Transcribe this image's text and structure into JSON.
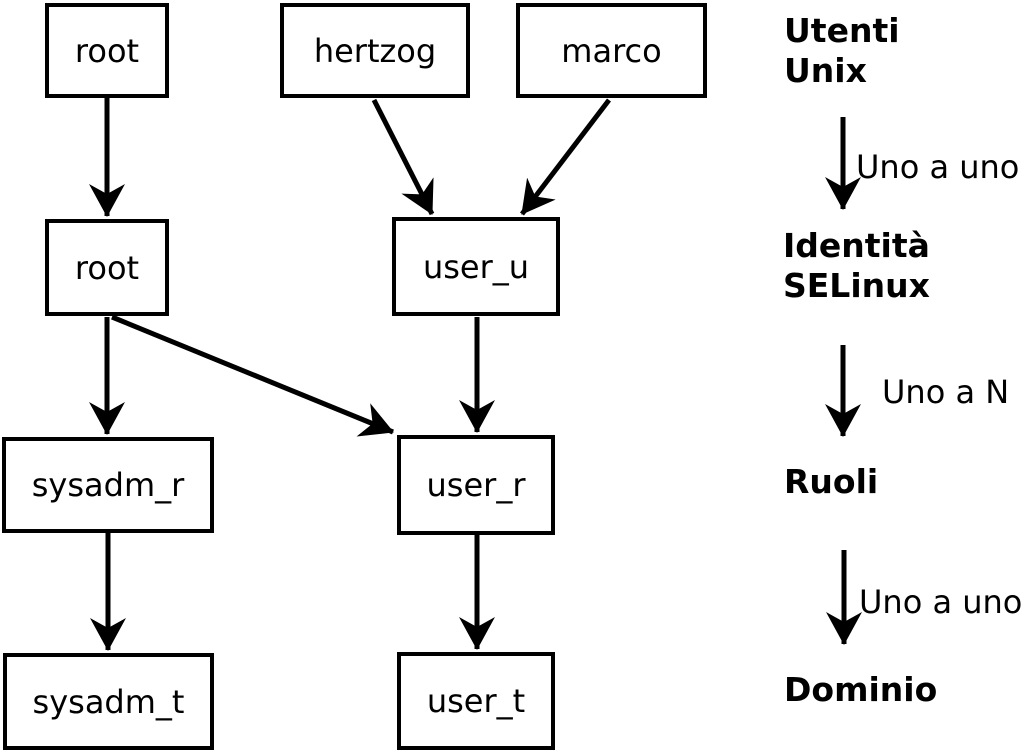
{
  "diagram": {
    "colors": {
      "background": "#ffffff",
      "stroke": "#000000",
      "text": "#000000"
    },
    "nodes": [
      {
        "id": "unix-root",
        "column": "utenti-unix",
        "label": "root"
      },
      {
        "id": "unix-hertzog",
        "column": "utenti-unix",
        "label": "hertzog"
      },
      {
        "id": "unix-marco",
        "column": "utenti-unix",
        "label": "marco"
      },
      {
        "id": "selinux-root",
        "column": "identita-selinux",
        "label": "root"
      },
      {
        "id": "selinux-user_u",
        "column": "identita-selinux",
        "label": "user_u"
      },
      {
        "id": "role-sysadm_r",
        "column": "ruoli",
        "label": "sysadm_r"
      },
      {
        "id": "role-user_r",
        "column": "ruoli",
        "label": "user_r"
      },
      {
        "id": "domain-sysadm_t",
        "column": "dominio",
        "label": "sysadm_t"
      },
      {
        "id": "domain-user_t",
        "column": "dominio",
        "label": "user_t"
      }
    ],
    "edges": [
      {
        "from": "unix-root",
        "to": "selinux-root"
      },
      {
        "from": "unix-hertzog",
        "to": "selinux-user_u"
      },
      {
        "from": "unix-marco",
        "to": "selinux-user_u"
      },
      {
        "from": "selinux-root",
        "to": "role-sysadm_r"
      },
      {
        "from": "selinux-root",
        "to": "role-user_r"
      },
      {
        "from": "selinux-user_u",
        "to": "role-user_r"
      },
      {
        "from": "role-sysadm_r",
        "to": "domain-sysadm_t"
      },
      {
        "from": "role-user_r",
        "to": "domain-user_t"
      }
    ],
    "legend": {
      "levels": [
        "Utenti\nUnix",
        "Identità\nSELinux",
        "Ruoli",
        "Dominio"
      ],
      "relations": [
        "Uno a uno",
        "Uno a N",
        "Uno a uno"
      ]
    }
  }
}
